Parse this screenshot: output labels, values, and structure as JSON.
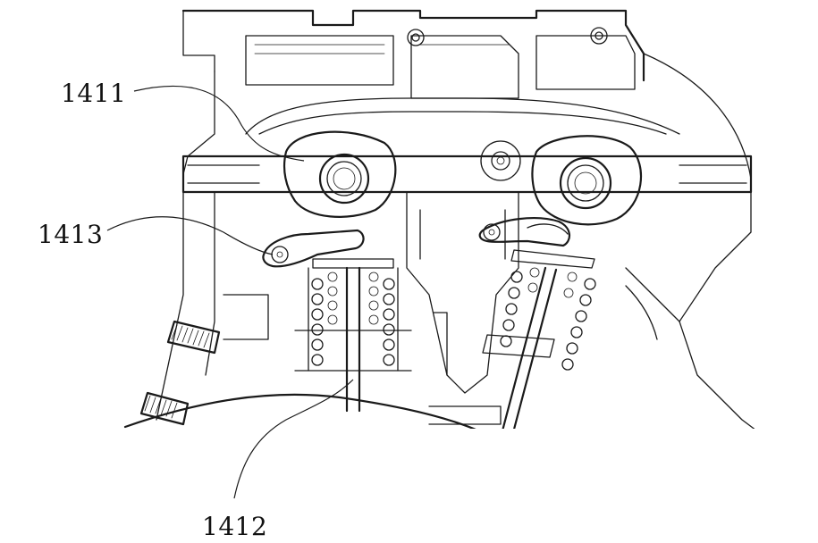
{
  "figure": {
    "callouts": [
      {
        "id": "1411"
      },
      {
        "id": "1412"
      },
      {
        "id": "1413"
      }
    ]
  },
  "colors": {
    "line": "#1a1a1a",
    "background": "#ffffff"
  }
}
